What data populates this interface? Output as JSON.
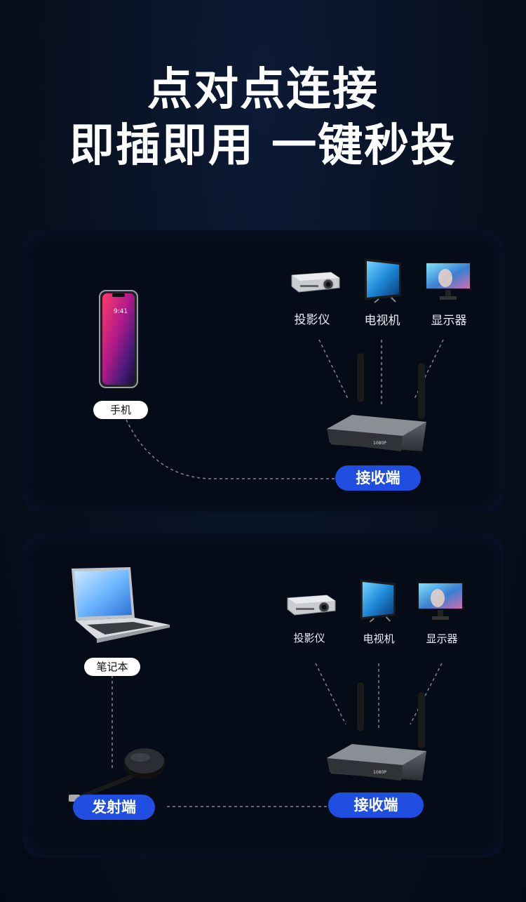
{
  "headline": {
    "line1": "点对点连接",
    "line2": "即插即用 一键秒投"
  },
  "section1": {
    "source_label": "手机",
    "receiver_label": "接收端",
    "targets": [
      "投影仪",
      "电视机",
      "显示器"
    ],
    "phone_time": "9:41"
  },
  "section2": {
    "source_label": "笔记本",
    "transmitter_label": "发射端",
    "receiver_label": "接收端",
    "targets": [
      "投影仪",
      "电视机",
      "显示器"
    ]
  },
  "receiver_display_text": "1080P",
  "colors": {
    "accent_blue": "#1f4ee0",
    "panel": "#050b17",
    "background": "#07101f"
  }
}
